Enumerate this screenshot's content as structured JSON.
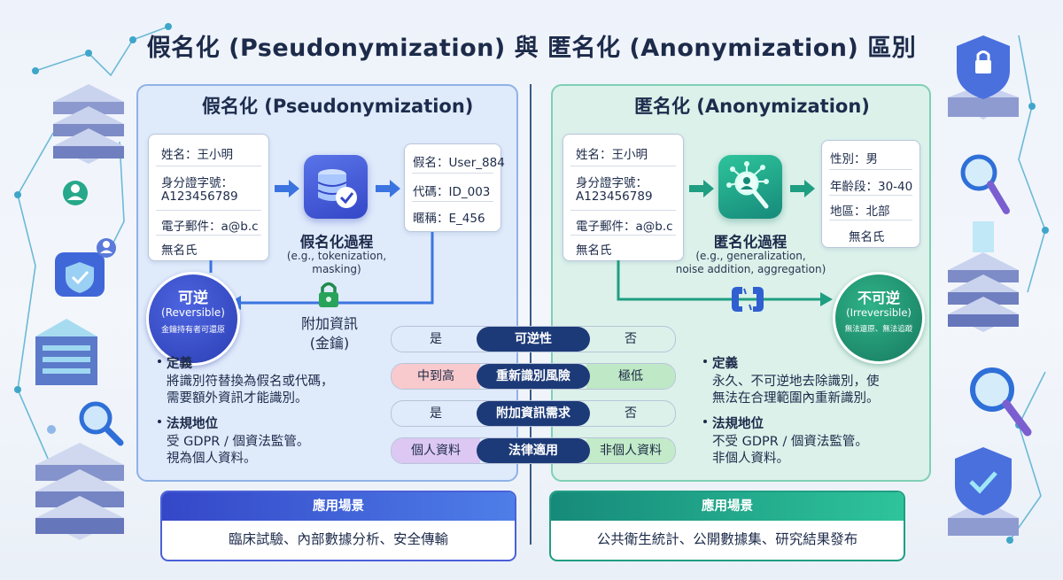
{
  "title": "假名化 (Pseudonymization) 與 匿名化 (Anonymization) 區別",
  "colors": {
    "pseudo_accent": "#3447c8",
    "anon_accent": "#168a7a",
    "center_pill": "#1d3a78"
  },
  "pseudonymization": {
    "heading": "假名化 (Pseudonymization)",
    "input_fields": [
      "姓名：王小明",
      "身分證字號：",
      "A123456789",
      "電子郵件：a@b.c",
      "無名氏"
    ],
    "process_icon": "database-check-icon",
    "process_label": "假名化過程",
    "process_sub_1": "(e.g., tokenization,",
    "process_sub_2": "masking)",
    "output_fields": [
      "假名：User_884",
      "代碼：ID_003",
      "暱稱：E_456"
    ],
    "reversible_title": "可逆",
    "reversible_en": "(Reversible)",
    "reversible_sub": "金鑰持有者可還原",
    "key_icon": "padlock-icon",
    "key_label_1": "附加資訊",
    "key_label_2": "(金鑰)",
    "definition_title": "定義",
    "definition_lines": [
      "將識別符替換為假名或代碼，",
      "需要額外資訊才能識別。"
    ],
    "legal_title": "法規地位",
    "legal_lines": [
      "受 GDPR / 個資法監管。",
      "視為個人資料。"
    ],
    "use_case_title": "應用場景",
    "use_case_text": "臨床試驗、內部數據分析、安全傳輸"
  },
  "anonymization": {
    "heading": "匿名化 (Anonymization)",
    "input_fields": [
      "姓名：王小明",
      "身分證字號：",
      "A123456789",
      "電子郵件：a@b.c",
      "無名氏"
    ],
    "process_icon": "magnifier-network-icon",
    "process_label": "匿名化過程",
    "process_sub_1": "(e.g., generalization,",
    "process_sub_2": "noise addition, aggregation)",
    "output_fields": [
      "性別：男",
      "年齡段：30-40",
      "地區：北部",
      "無名氏"
    ],
    "irreversible_title": "不可逆",
    "irreversible_en": "(Irreversible)",
    "irreversible_sub": "無法還原、無法追蹤",
    "broken_link_icon": "broken-link-icon",
    "definition_title": "定義",
    "definition_lines": [
      "永久、不可逆地去除識別，使",
      "無法在合理範圍內重新識別。"
    ],
    "legal_title": "法規地位",
    "legal_lines": [
      "不受 GDPR / 個資法監管。",
      "非個人資料。"
    ],
    "use_case_title": "應用場景",
    "use_case_text": "公共衛生統計、公開數據集、研究結果發布"
  },
  "comparison": [
    {
      "left": "是",
      "label": "可逆性",
      "right": "否",
      "left_color": "#ffffff",
      "right_color": "#ffffff"
    },
    {
      "left": "中到高",
      "label": "重新識別風險",
      "right": "極低",
      "left_color": "#f8c9cd",
      "right_color": "#bfe8c6"
    },
    {
      "left": "是",
      "label": "附加資訊需求",
      "right": "否",
      "left_color": "#ffffff",
      "right_color": "#ffffff"
    },
    {
      "left": "個人資料",
      "label": "法律適用",
      "right": "非個人資料",
      "left_color": "#dcc8f3",
      "right_color": "#c3ebc9"
    }
  ]
}
